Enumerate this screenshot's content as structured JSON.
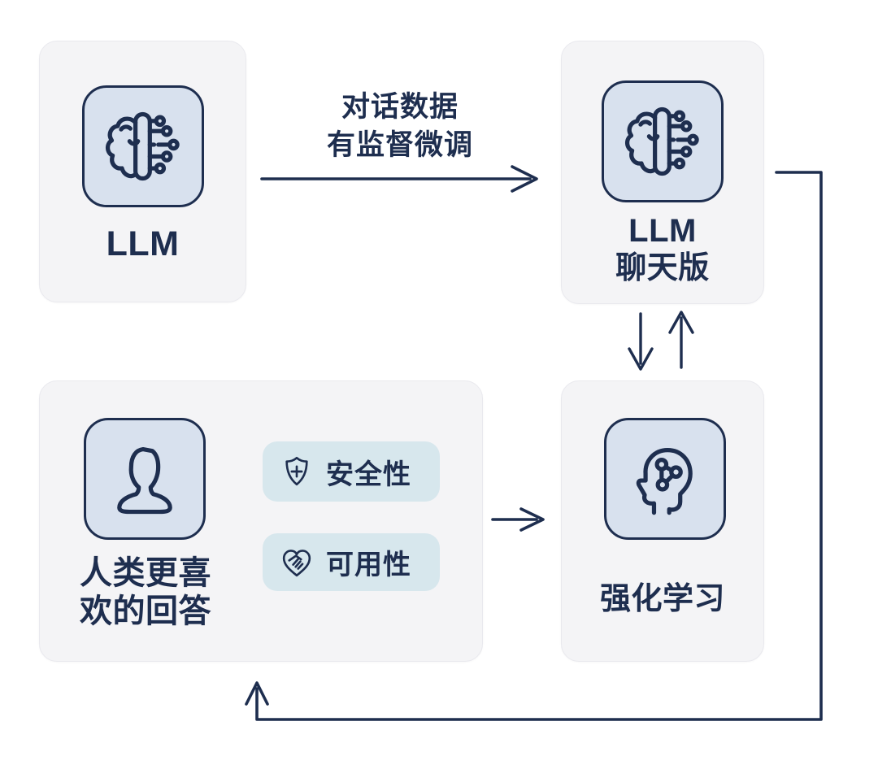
{
  "nodes": {
    "llm_base": {
      "label": "LLM",
      "icon": "brain-circuit-icon"
    },
    "llm_chat": {
      "label_line1": "LLM",
      "label_line2": "聊天版",
      "icon": "brain-circuit-icon"
    },
    "reinforcement_learning": {
      "label": "强化学习",
      "icon": "head-network-icon"
    },
    "human_preference": {
      "label_line1": "人类更喜",
      "label_line2": "欢的回答",
      "icon": "person-icon"
    }
  },
  "badges": {
    "safety": {
      "label": "安全性",
      "icon": "shield-plus-icon"
    },
    "usability": {
      "label": "可用性",
      "icon": "heart-handshake-icon"
    }
  },
  "edges": {
    "sft": {
      "from": "llm_base",
      "to": "llm_chat",
      "label_line1": "对话数据",
      "label_line2": "有监督微调"
    },
    "chat_to_rl": {
      "from": "llm_chat",
      "to": "reinforcement_learning"
    },
    "rl_to_chat": {
      "from": "reinforcement_learning",
      "to": "llm_chat"
    },
    "human_to_rl": {
      "from": "human_preference",
      "to": "reinforcement_learning"
    },
    "feedback_loop": {
      "from": "llm_chat",
      "to": "human_preference"
    }
  },
  "colors": {
    "ink_navy": "#1e2e4f",
    "tile_fill": "#d8e1ee",
    "pill_fill": "#d7e7ed",
    "card_fill": "#f4f4f6",
    "page_bg": "#ffffff"
  }
}
